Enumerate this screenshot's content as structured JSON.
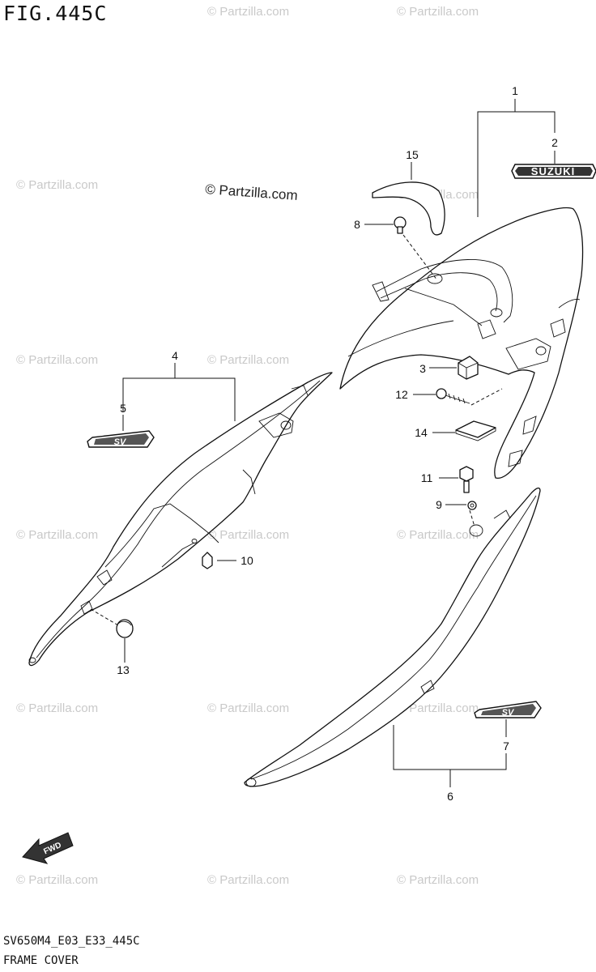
{
  "figure": {
    "title": "FIG.445C",
    "model_code": "SV650M4_E03_E33_445C",
    "section_name": "FRAME COVER",
    "copyright": "© Partzilla.com",
    "watermark": "© Partzilla.com"
  },
  "callouts": [
    {
      "id": "c1",
      "label": "1"
    },
    {
      "id": "c2",
      "label": "2"
    },
    {
      "id": "c3",
      "label": "3"
    },
    {
      "id": "c4",
      "label": "4"
    },
    {
      "id": "c5",
      "label": "5"
    },
    {
      "id": "c6",
      "label": "6"
    },
    {
      "id": "c7",
      "label": "7"
    },
    {
      "id": "c8",
      "label": "8"
    },
    {
      "id": "c9",
      "label": "9"
    },
    {
      "id": "c10",
      "label": "10"
    },
    {
      "id": "c11",
      "label": "11"
    },
    {
      "id": "c12",
      "label": "12"
    },
    {
      "id": "c13",
      "label": "13"
    },
    {
      "id": "c14",
      "label": "14"
    },
    {
      "id": "c15",
      "label": "15"
    }
  ],
  "emblems": {
    "suzuki_text": "SUZUKI",
    "sv_text": "SV",
    "fwd_text": "FWD"
  }
}
